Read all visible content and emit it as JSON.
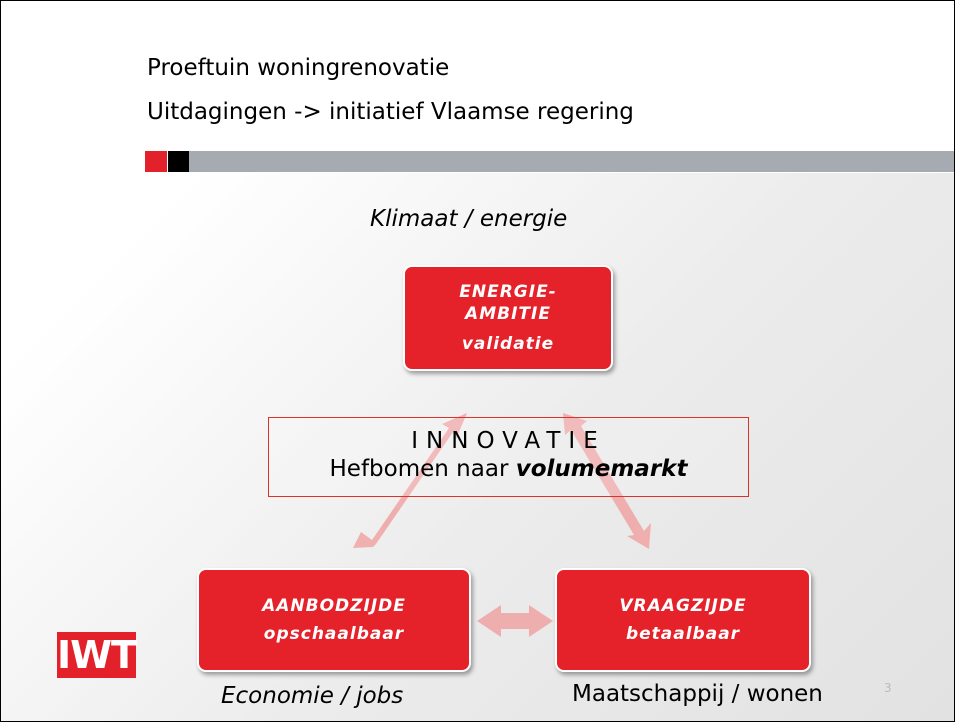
{
  "title": {
    "line1": "Proeftuin woningrenovatie",
    "line2": "Uitdagingen -> initiatief Vlaamse regering"
  },
  "top_label": "Klimaat / energie",
  "energy_box": {
    "line1": "ENERGIE-",
    "line2": "AMBITIE",
    "line3": "validatie"
  },
  "innovation": {
    "heading": "INNOVATIE",
    "text_plain": "Hefbomen naar ",
    "text_bold": "volumemarkt"
  },
  "supply_box": {
    "line1": "AANBODZIJDE",
    "line2": "opschaalbaar"
  },
  "demand_box": {
    "line1": "VRAAGZIJDE",
    "line2": "betaalbaar"
  },
  "bottom_left_label": "Economie / jobs",
  "bottom_right_label": "Maatschappij / wonen",
  "logo_text": "IWT",
  "page_number": "3",
  "colors": {
    "accent_red": "#e5212a",
    "bar_gray": "#a5abb1",
    "arrow_pink": "#f0a6a6"
  }
}
